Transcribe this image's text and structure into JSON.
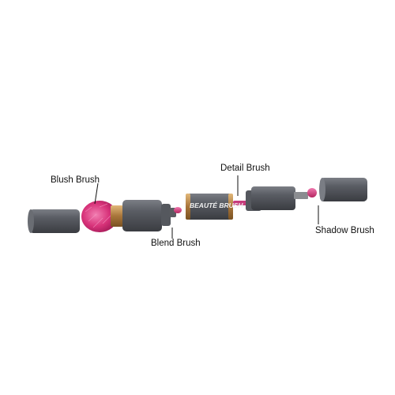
{
  "labels": {
    "blush": "Blush Brush",
    "blend": "Blend Brush",
    "detail": "Detail Brush",
    "shadow": "Shadow Brush"
  },
  "brand": {
    "name_part1": "BEAUTÉ",
    "name_part2": "BRUSH"
  },
  "colors": {
    "body_dark": "#4a4c52",
    "body_mid": "#62656c",
    "body_light": "#7a7d84",
    "bristle_pink": "#d8337a",
    "bristle_light": "#ef6aa6",
    "gold": "#c99a55",
    "leader_line": "#111111"
  }
}
